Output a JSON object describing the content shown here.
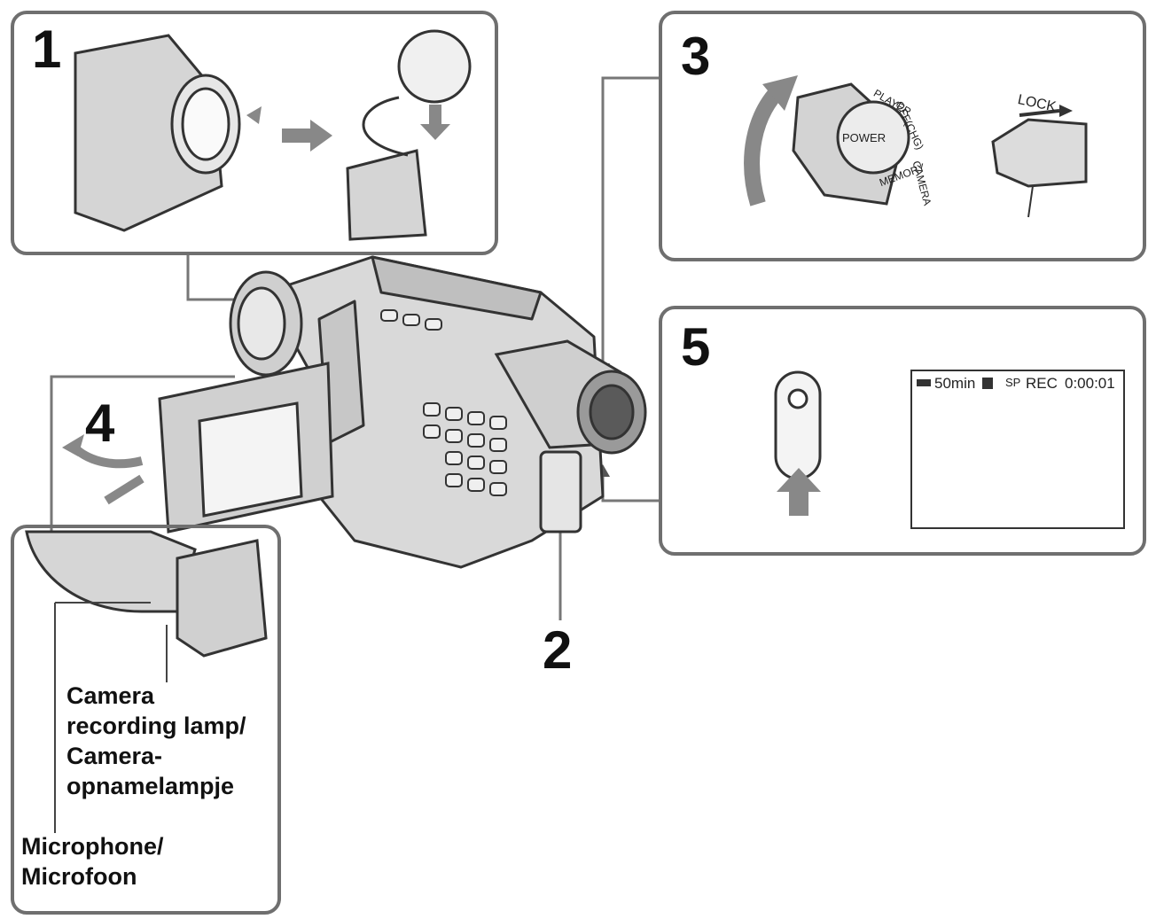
{
  "steps": {
    "step1": "1",
    "step2": "2",
    "step3": "3",
    "step4": "4",
    "step5": "5"
  },
  "dial": {
    "power_label": "POWER",
    "off_chg": "OFF(CHG)",
    "player": "PLAYER",
    "memory": "MEMORY",
    "camera": "CAMERA",
    "lock": "LOCK"
  },
  "viewfinder": {
    "battery": "50min",
    "tape_mode": "SP",
    "status": "REC",
    "counter": "0:00:01"
  },
  "callouts": {
    "lamp_en_1": "Camera",
    "lamp_en_2": "recording lamp/",
    "lamp_nl_1": "Camera-",
    "lamp_nl_2": "opnamelampje",
    "mic_en": "Microphone/",
    "mic_nl": "Microfoon"
  },
  "colors": {
    "panel_border": "#6f6f6f",
    "line_art": "#333333",
    "arrow_fill": "#888888"
  }
}
